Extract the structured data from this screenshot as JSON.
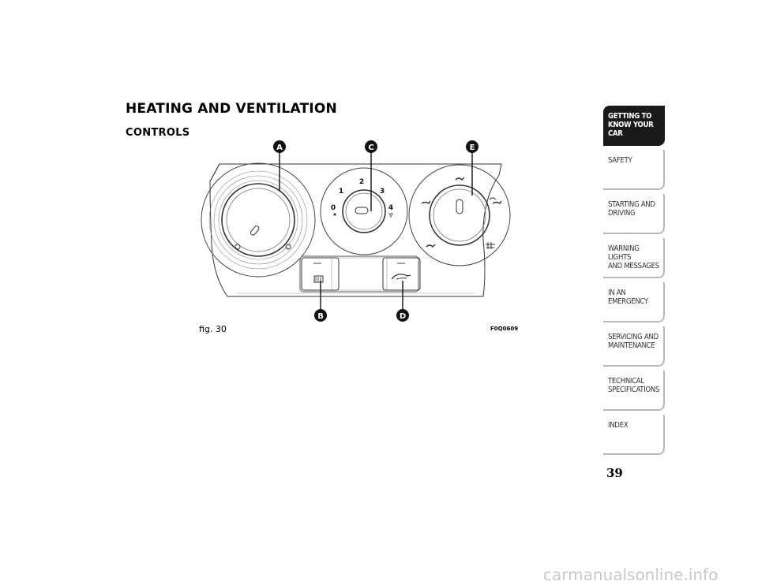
{
  "heading": "HEATING AND VENTILATION",
  "subheading": "CONTROLS",
  "figure": {
    "caption": "fig. 30",
    "code": "F0Q0609",
    "callouts": [
      "A",
      "B",
      "C",
      "D",
      "E"
    ],
    "fan_speeds": [
      "0",
      "1",
      "2",
      "3",
      "4"
    ]
  },
  "sidebar": {
    "tabs": [
      {
        "label": "GETTING TO\nKNOW YOUR CAR",
        "active": true
      },
      {
        "label": "SAFETY",
        "active": false
      },
      {
        "label": "STARTING AND\nDRIVING",
        "active": false
      },
      {
        "label": "WARNING LIGHTS\nAND MESSAGES",
        "active": false
      },
      {
        "label": "IN AN EMERGENCY",
        "active": false
      },
      {
        "label": "SERVICING AND\nMAINTENANCE",
        "active": false
      },
      {
        "label": "TECHNICAL\nSPECIFICATIONS",
        "active": false
      },
      {
        "label": "INDEX",
        "active": false
      }
    ]
  },
  "page_number": "39",
  "watermark": "carmanualsonline.info"
}
